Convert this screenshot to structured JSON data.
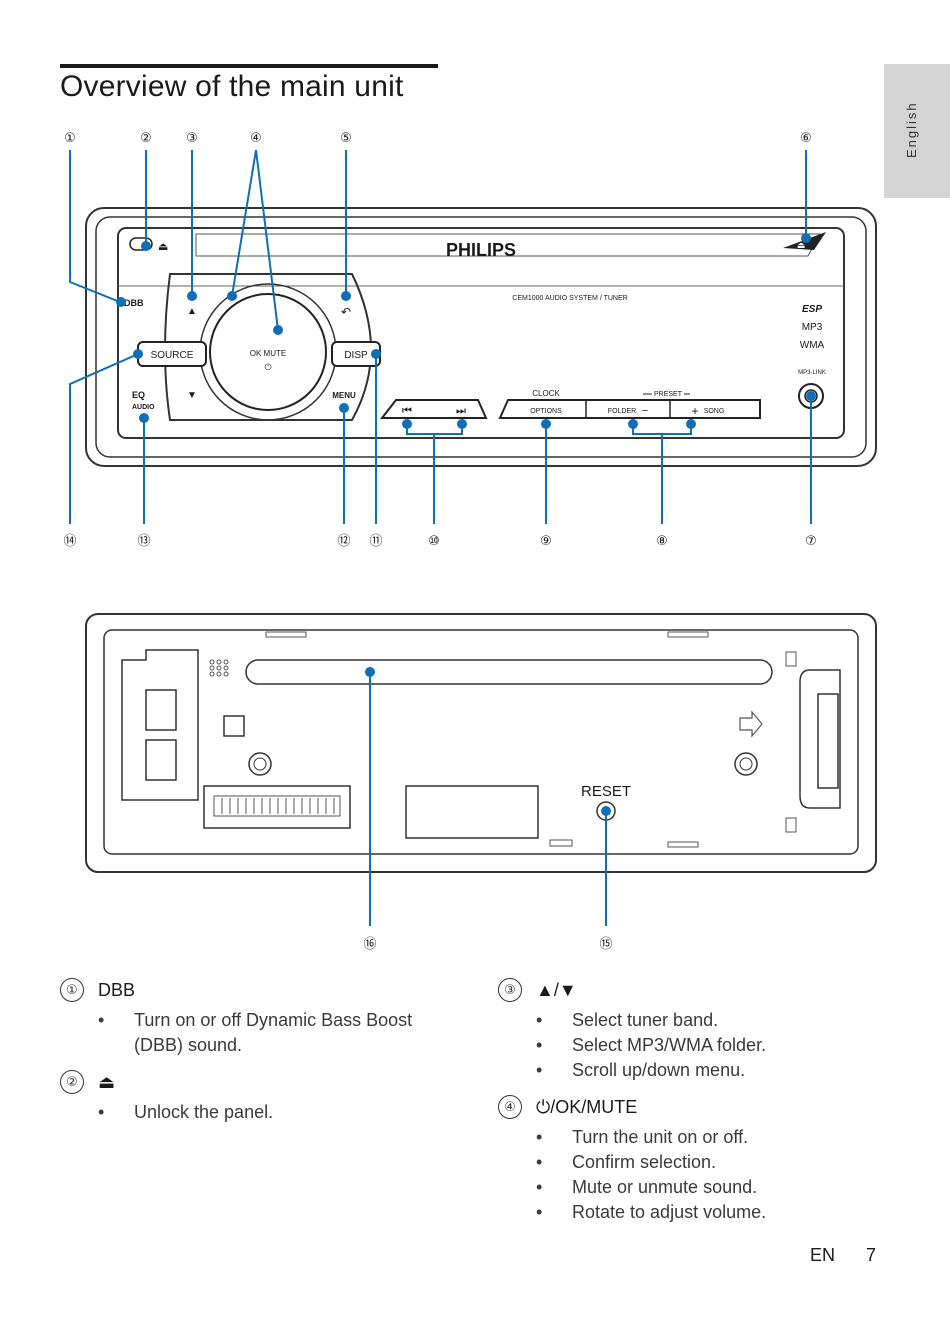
{
  "page": {
    "title": "Overview of the main unit",
    "language_tab": "English",
    "footer_lang": "EN",
    "page_number": "7"
  },
  "front_panel": {
    "brand": "PHILIPS",
    "model": "CEM1000 AUDIO SYSTEM / TUNER",
    "labels": {
      "dbb": "DBB",
      "source": "SOURCE",
      "ok_mute": "OK  MUTE",
      "disp": "DISP",
      "eq": "EQ",
      "audio": "AUDIO",
      "menu": "MENU",
      "clock": "CLOCK",
      "options": "OPTIONS",
      "preset": "PRESET",
      "folder": "FOLDER",
      "song": "SONG",
      "esp": "ESP",
      "mp3": "MP3",
      "wma": "WMA",
      "mp3_link": "MP3-LINK",
      "prev_glyph": "⏮",
      "next_glyph": "⏭",
      "minus": "−",
      "plus": "+"
    },
    "callouts": [
      "①",
      "②",
      "③",
      "④",
      "⑤",
      "⑥",
      "⑦",
      "⑧",
      "⑨",
      "⑩",
      "⑪",
      "⑫",
      "⑬",
      "⑭"
    ]
  },
  "rear_panel": {
    "reset_label": "RESET",
    "callouts": [
      "⑮",
      "⑯"
    ]
  },
  "descriptions_left": [
    {
      "num": "①",
      "label": "DBB",
      "items": [
        "Turn on or off Dynamic Bass Boost",
        "(DBB) sound."
      ]
    },
    {
      "num": "②",
      "label": "⏏",
      "items": [
        "Unlock the panel."
      ]
    }
  ],
  "descriptions_right": [
    {
      "num": "③",
      "label": "▲/▼",
      "items": [
        "Select tuner band.",
        "Select MP3/WMA folder.",
        "Scroll up/down menu."
      ]
    },
    {
      "num": "④",
      "label": "⏻/OK/MUTE",
      "items": [
        "Turn the unit on or off.",
        "Confirm selection.",
        "Mute or unmute sound.",
        "Rotate to adjust volume."
      ]
    }
  ]
}
